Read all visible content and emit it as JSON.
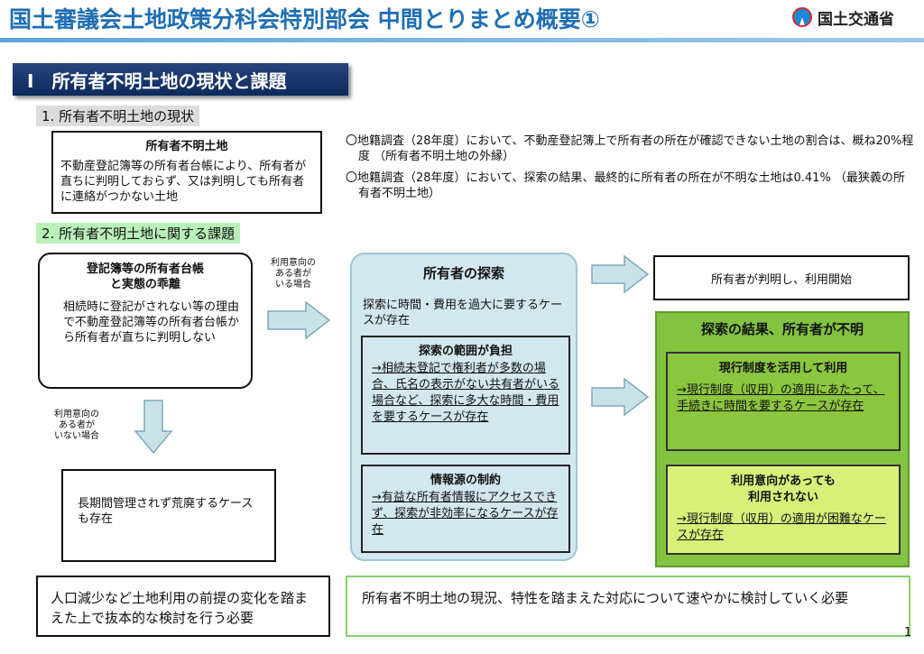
{
  "header": {
    "title": "国土審議会土地政策分科会特別部会 中間とりまとめ概要①",
    "logo_text": "国土交通省"
  },
  "section": {
    "heading": "Ⅰ　所有者不明土地の現状と課題"
  },
  "sub1": {
    "label": "1. 所有者不明土地の現状",
    "definition": {
      "title": "所有者不明土地",
      "body": "不動産登記簿等の所有者台帳により、所有者が直ちに判明しておらず、又は判明しても所有者に連絡がつかない土地"
    },
    "bullets": [
      "〇地籍調査（28年度）において、不動産登記簿上で所有者の所在が確認できない土地の割合は、概ね20%程度 （所有者不明土地の外縁）",
      "〇地籍調査（28年度）において、探索の結果、最終的に所有者の所在が不明な土地は0.41% （最狭義の所有者不明土地）"
    ]
  },
  "sub2": {
    "label": "2. 所有者不明土地に関する課題",
    "gap": {
      "title": "登記簿等の所有者台帳\nと実態の乖離",
      "body": "相続時に登記がされない等の理由で不動産登記簿等の所有者台帳から所有者が直ちに判明しない"
    },
    "note_with_intent": "利用意向の\nある者が\nいる場合",
    "note_without_intent": "利用意向の\nある者が\nいない場合",
    "abandon": "長期間管理されず荒廃するケースも存在",
    "search": {
      "title": "所有者の探索",
      "desc": "探索に時間・費用を過大に要するケースが存在",
      "scope": {
        "title": "探索の範囲が負担",
        "body": "→相続未登記で権利者が多数の場合、氏名の表示がない共有者がいる場合など、探索に多大な時間・費用を要するケースが存在"
      },
      "source": {
        "title": "情報源の制約",
        "body": "→有益な所有者情報にアクセスできず、探索が非効率になるケースが存在"
      }
    },
    "found": "所有者が判明し、利用開始",
    "unknown": {
      "title": "探索の結果、所有者が不明",
      "current": {
        "title": "現行制度を活用して利用",
        "body": "→現行制度（収用）の適用にあたって、手続きに時間を要するケースが存在"
      },
      "unused": {
        "title": "利用意向があっても\n利用されない",
        "body": "→現行制度（収用）の適用が困難なケースが存在"
      }
    }
  },
  "conclusions": {
    "left": "人口減少など土地利用の前提の変化を踏まえた上で抜本的な検討を行う必要",
    "right": "所有者不明土地の現況、特性を踏まえた対応について速やかに検討していく必要"
  },
  "page_number": "1",
  "colors": {
    "title_blue": "#1f6fb3",
    "section_navy": "#0f2a5c",
    "search_panel": "#d2e8ee",
    "unknown_green": "#82c341",
    "unused_lime": "#d8f07a",
    "arrow_fill": "#c9e2ea"
  }
}
